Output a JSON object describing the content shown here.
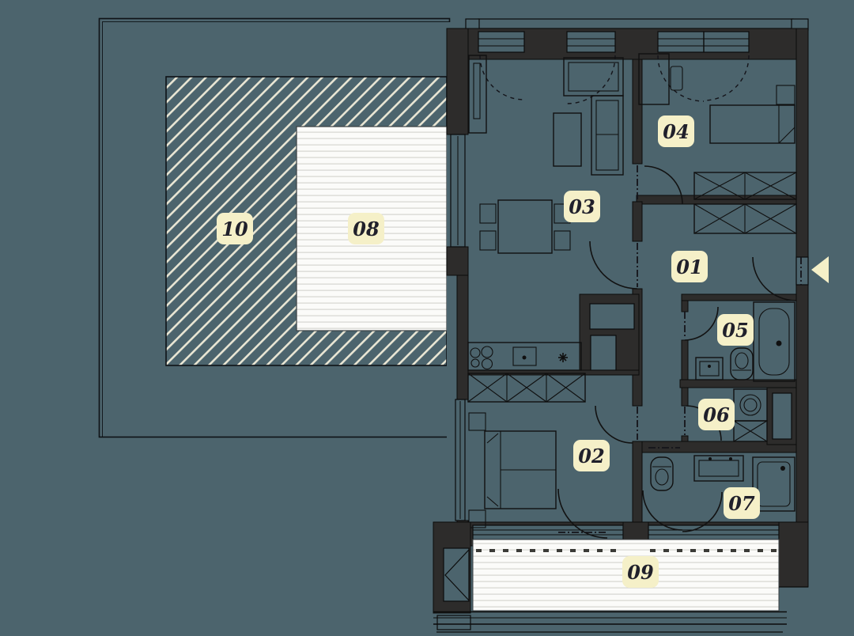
{
  "plan": {
    "title": "apartment-floor-plan",
    "colors": {
      "background": "#4c646d",
      "walls": "#2d2c2b",
      "linework": "#0b0b0b",
      "label_background": "#f5f0c8",
      "label_text": "#20202b",
      "deck_white": "#fbfbf9",
      "hatch_line": "#e9e6d4"
    },
    "icons": {
      "entrance_arrow": "left-pointing-triangle"
    }
  },
  "rooms": [
    {
      "id": "room-01",
      "label": "01"
    },
    {
      "id": "room-02",
      "label": "02"
    },
    {
      "id": "room-03",
      "label": "03"
    },
    {
      "id": "room-04",
      "label": "04"
    },
    {
      "id": "room-05",
      "label": "05"
    },
    {
      "id": "room-06",
      "label": "06"
    },
    {
      "id": "room-07",
      "label": "07"
    },
    {
      "id": "room-08",
      "label": "08"
    },
    {
      "id": "room-09",
      "label": "09"
    },
    {
      "id": "room-10",
      "label": "10"
    }
  ]
}
